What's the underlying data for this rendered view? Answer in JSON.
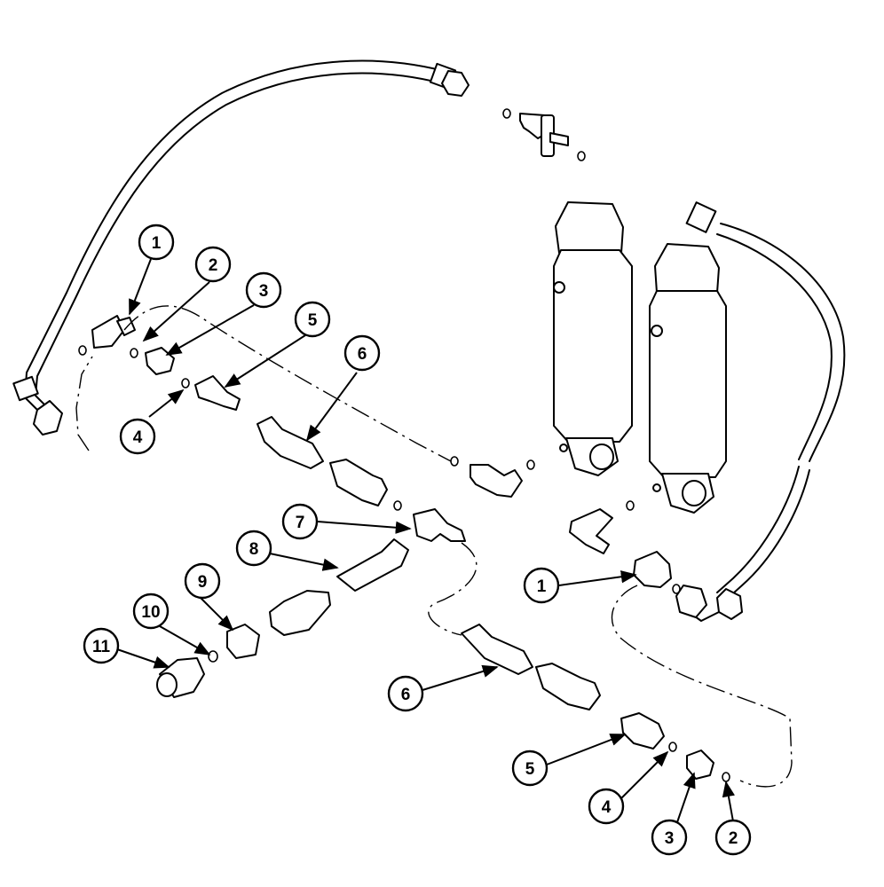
{
  "callouts": [
    {
      "id": "c1a",
      "label": "1"
    },
    {
      "id": "c2a",
      "label": "2"
    },
    {
      "id": "c3a",
      "label": "3"
    },
    {
      "id": "c5a",
      "label": "5"
    },
    {
      "id": "c6a",
      "label": "6"
    },
    {
      "id": "c4a",
      "label": "4"
    },
    {
      "id": "c7",
      "label": "7"
    },
    {
      "id": "c8",
      "label": "8"
    },
    {
      "id": "c9",
      "label": "9"
    },
    {
      "id": "c10",
      "label": "10"
    },
    {
      "id": "c11",
      "label": "11"
    },
    {
      "id": "c1b",
      "label": "1"
    },
    {
      "id": "c6b",
      "label": "6"
    },
    {
      "id": "c5b",
      "label": "5"
    },
    {
      "id": "c4b",
      "label": "4"
    },
    {
      "id": "c3b",
      "label": "3"
    },
    {
      "id": "c2b",
      "label": "2"
    }
  ],
  "colors": {
    "ink": "#000000",
    "paper": "#ffffff"
  }
}
